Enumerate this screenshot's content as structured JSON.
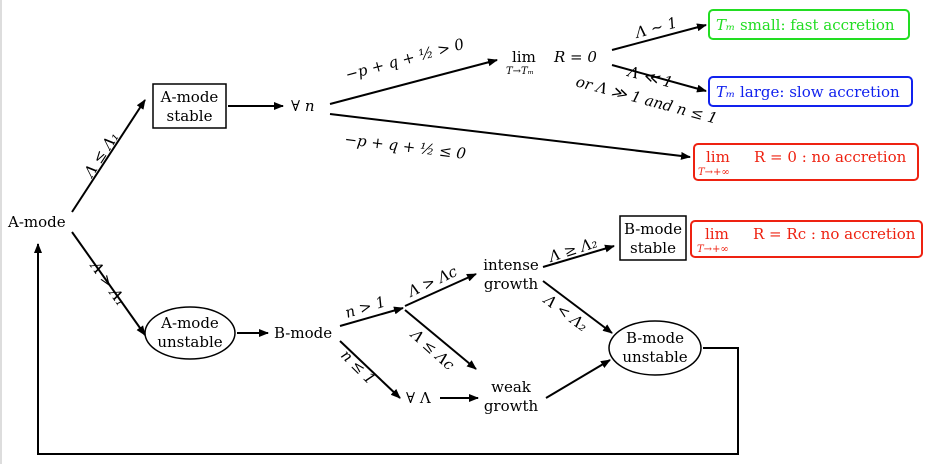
{
  "nodes": {
    "a_mode": "A-mode",
    "a_stable_l1": "A-mode",
    "a_stable_l2": "stable",
    "a_unstable_l1": "A-mode",
    "a_unstable_l2": "unstable",
    "forall_n": "∀ n",
    "b_mode": "B-mode",
    "lim_tm_lim": "lim",
    "lim_tm_sub": "T→Tₘ",
    "lim_tm_expr": "R = 0",
    "intense_l1": "intense",
    "intense_l2": "growth",
    "weak_l1": "weak",
    "weak_l2": "growth",
    "forall_lambda": "∀ Λ",
    "b_stable_l1": "B-mode",
    "b_stable_l2": "stable",
    "b_unstable_l1": "B-mode",
    "b_unstable_l2": "unstable"
  },
  "outcomes": {
    "fast": {
      "sym": "Tₘ",
      "text": " small: fast accretion",
      "color": "#22dd22"
    },
    "slow": {
      "sym": "Tₘ",
      "text": " large: slow accretion",
      "color": "#1122ee"
    },
    "no_acc_a": {
      "lim": "lim",
      "sub": "T→+∞",
      "expr": "R = 0 : no accretion",
      "color": "#ee2211"
    },
    "no_acc_b": {
      "lim": "lim",
      "sub": "T→+∞",
      "expr": "R = Rc : no accretion",
      "color": "#ee2211"
    }
  },
  "edge_labels": {
    "lam_le_l1": "Λ ≤ Λ₁",
    "lam_gt_l1": "Λ > Λ₁",
    "cond_pos": "−p + q + ½ > 0",
    "cond_neg": "−p + q + ½ ≤ 0",
    "lam_sim_1": "Λ ∼ 1",
    "lam_ll_1": "Λ ≪ 1",
    "lam_gg_1": "or Λ ≫ 1 and n ≤ 1",
    "n_gt_1": "n > 1",
    "n_le_1": "n ≤ 1",
    "lam_gt_lc": "Λ > Λc",
    "lam_le_lc": "Λ ≤ Λc",
    "lam_ge_l2": "Λ ≥ Λ₂",
    "lam_lt_l2": "Λ < Λ₂"
  }
}
